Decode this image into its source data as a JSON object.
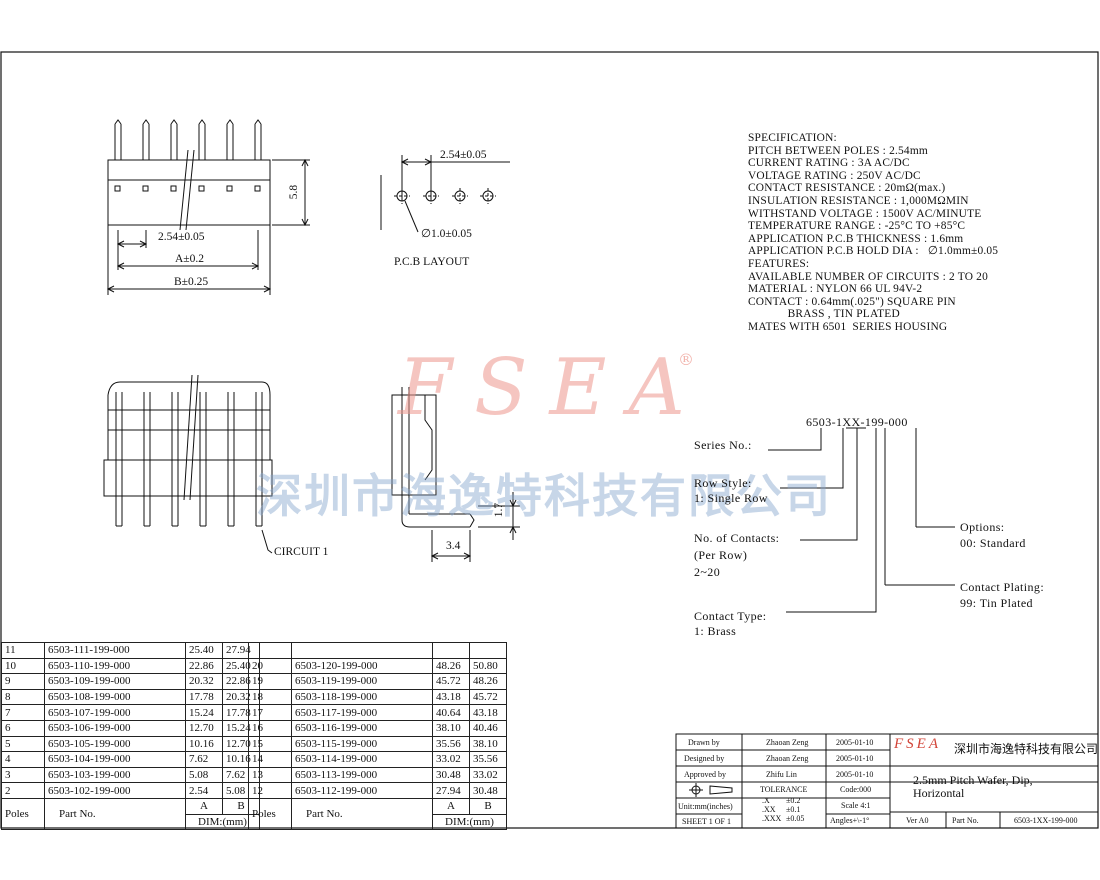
{
  "watermark": {
    "logo": "FSEA",
    "reg": "®",
    "company_cn": "深圳市海逸特科技有限公司"
  },
  "specification": [
    "SPECIFICATION:",
    "PITCH BETWEEN POLES : 2.54mm",
    "CURRENT RATING : 3A AC/DC",
    "VOLTAGE RATING : 250V AC/DC",
    "CONTACT RESISTANCE : 20mΩ(max.)",
    "INSULATION RESISTANCE : 1,000MΩMIN",
    "WITHSTAND VOLTAGE : 1500V AC/MINUTE",
    "TEMPERATURE RANGE : -25°C TO +85°C",
    "APPLICATION P.C.B THICKNESS : 1.6mm",
    "APPLICATION P.C.B HOLD DIA :   ∅1.0mm±0.05",
    "FEATURES:",
    "AVAILABLE NUMBER OF CIRCUITS : 2 TO 20",
    "MATERIAL : NYLON 66 UL 94V-2",
    "CONTACT : 0.64mm(.025\") SQUARE PIN",
    "             BRASS , TIN PLATED",
    "MATES WITH 6501  SERIES HOUSING"
  ],
  "front_view": {
    "height": "5.8",
    "pitch": "2.54±0.05",
    "dim_a": "A±0.2",
    "dim_b": "B±0.25"
  },
  "pcb_layout": {
    "pitch": "2.54±0.05",
    "hole": "∅1.0±0.05",
    "title": "P.C.B LAYOUT"
  },
  "side_view": {
    "circuit": "CIRCUIT 1",
    "dim_17": "1.7",
    "dim_34": "3.4"
  },
  "part_code": {
    "code": "6503-1XX-199-000",
    "series": "Series No.:",
    "row_style": [
      "Row Style:",
      "1: Single Row"
    ],
    "contacts": [
      "No. of Contacts:",
      "(Per Row)",
      "2~20"
    ],
    "contact_type": [
      "Contact Type:",
      "1: Brass"
    ],
    "options": [
      "Options:",
      "00: Standard"
    ],
    "plating": [
      "Contact Plating:",
      "99: Tin Plated"
    ]
  },
  "table": {
    "header_poles": "Poles",
    "header_part": "Part No.",
    "header_a": "A",
    "header_b": "B",
    "header_dim": "DIM:(mm)",
    "left": [
      [
        "11",
        "6503-111-199-000",
        "25.40",
        "27.94"
      ],
      [
        "10",
        "6503-110-199-000",
        "22.86",
        "25.40"
      ],
      [
        "9",
        "6503-109-199-000",
        "20.32",
        "22.86"
      ],
      [
        "8",
        "6503-108-199-000",
        "17.78",
        "20.32"
      ],
      [
        "7",
        "6503-107-199-000",
        "15.24",
        "17.78"
      ],
      [
        "6",
        "6503-106-199-000",
        "12.70",
        "15.24"
      ],
      [
        "5",
        "6503-105-199-000",
        "10.16",
        "12.70"
      ],
      [
        "4",
        "6503-104-199-000",
        "7.62",
        "10.16"
      ],
      [
        "3",
        "6503-103-199-000",
        "5.08",
        "7.62"
      ],
      [
        "2",
        "6503-102-199-000",
        "2.54",
        "5.08"
      ]
    ],
    "right": [
      [
        "",
        "",
        "",
        ""
      ],
      [
        "20",
        "6503-120-199-000",
        "48.26",
        "50.80"
      ],
      [
        "19",
        "6503-119-199-000",
        "45.72",
        "48.26"
      ],
      [
        "18",
        "6503-118-199-000",
        "43.18",
        "45.72"
      ],
      [
        "17",
        "6503-117-199-000",
        "40.64",
        "43.18"
      ],
      [
        "16",
        "6503-116-199-000",
        "38.10",
        "40.46"
      ],
      [
        "15",
        "6503-115-199-000",
        "35.56",
        "38.10"
      ],
      [
        "14",
        "6503-114-199-000",
        "33.02",
        "35.56"
      ],
      [
        "13",
        "6503-113-199-000",
        "30.48",
        "33.02"
      ],
      [
        "12",
        "6503-112-199-000",
        "27.94",
        "30.48"
      ]
    ]
  },
  "title_block": {
    "drawn_by": "Drawn  by",
    "drawn_name": "Zhaoan Zeng",
    "drawn_date": "2005-01-10",
    "designed_by": "Designed by",
    "designed_name": "Zhaoan Zeng",
    "designed_date": "2005-01-10",
    "approved_by": "Approved by",
    "approved_name": "Zhifu Lin",
    "approved_date": "2005-01-10",
    "logo": "FSEA",
    "company": "深圳市海逸特科技有限公司",
    "tolerance": "TOLERANCE",
    "code": "Code:000",
    "tol_x": ".X",
    "tol_x_v": "±0.2",
    "tol_xx": ".XX",
    "tol_xx_v": "±0.1",
    "tol_xxx": ".XXX",
    "tol_xxx_v": "±0.05",
    "scale": "Scale 4:1",
    "units": "Unit:mm(inches)",
    "angles": "Angles+\\-1°",
    "sheet": "SHEET 1 OF 1",
    "title_line1": "2.5mm Pitch Wafer, Dip,",
    "title_line2": "Horizontal",
    "ver": "Ver A0",
    "part_no_label": "Part No.",
    "part_no": "6503-1XX-199-000"
  }
}
